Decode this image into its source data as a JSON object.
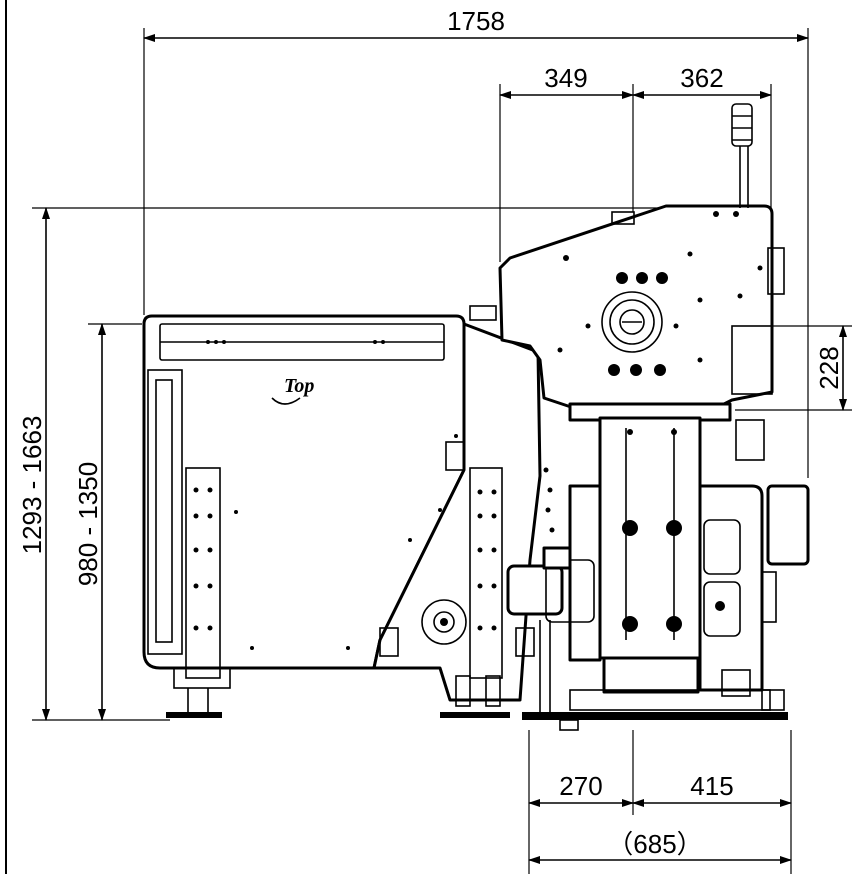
{
  "diagram": {
    "dimensions": {
      "overall_width": "1758",
      "upper_left": "349",
      "upper_right": "362",
      "side_height": "228",
      "total_height": "1293 - 1663",
      "table_height": "980 - 1350",
      "base_left": "270",
      "base_right": "415",
      "base_total": "（685）"
    },
    "logo_text": "Top"
  }
}
